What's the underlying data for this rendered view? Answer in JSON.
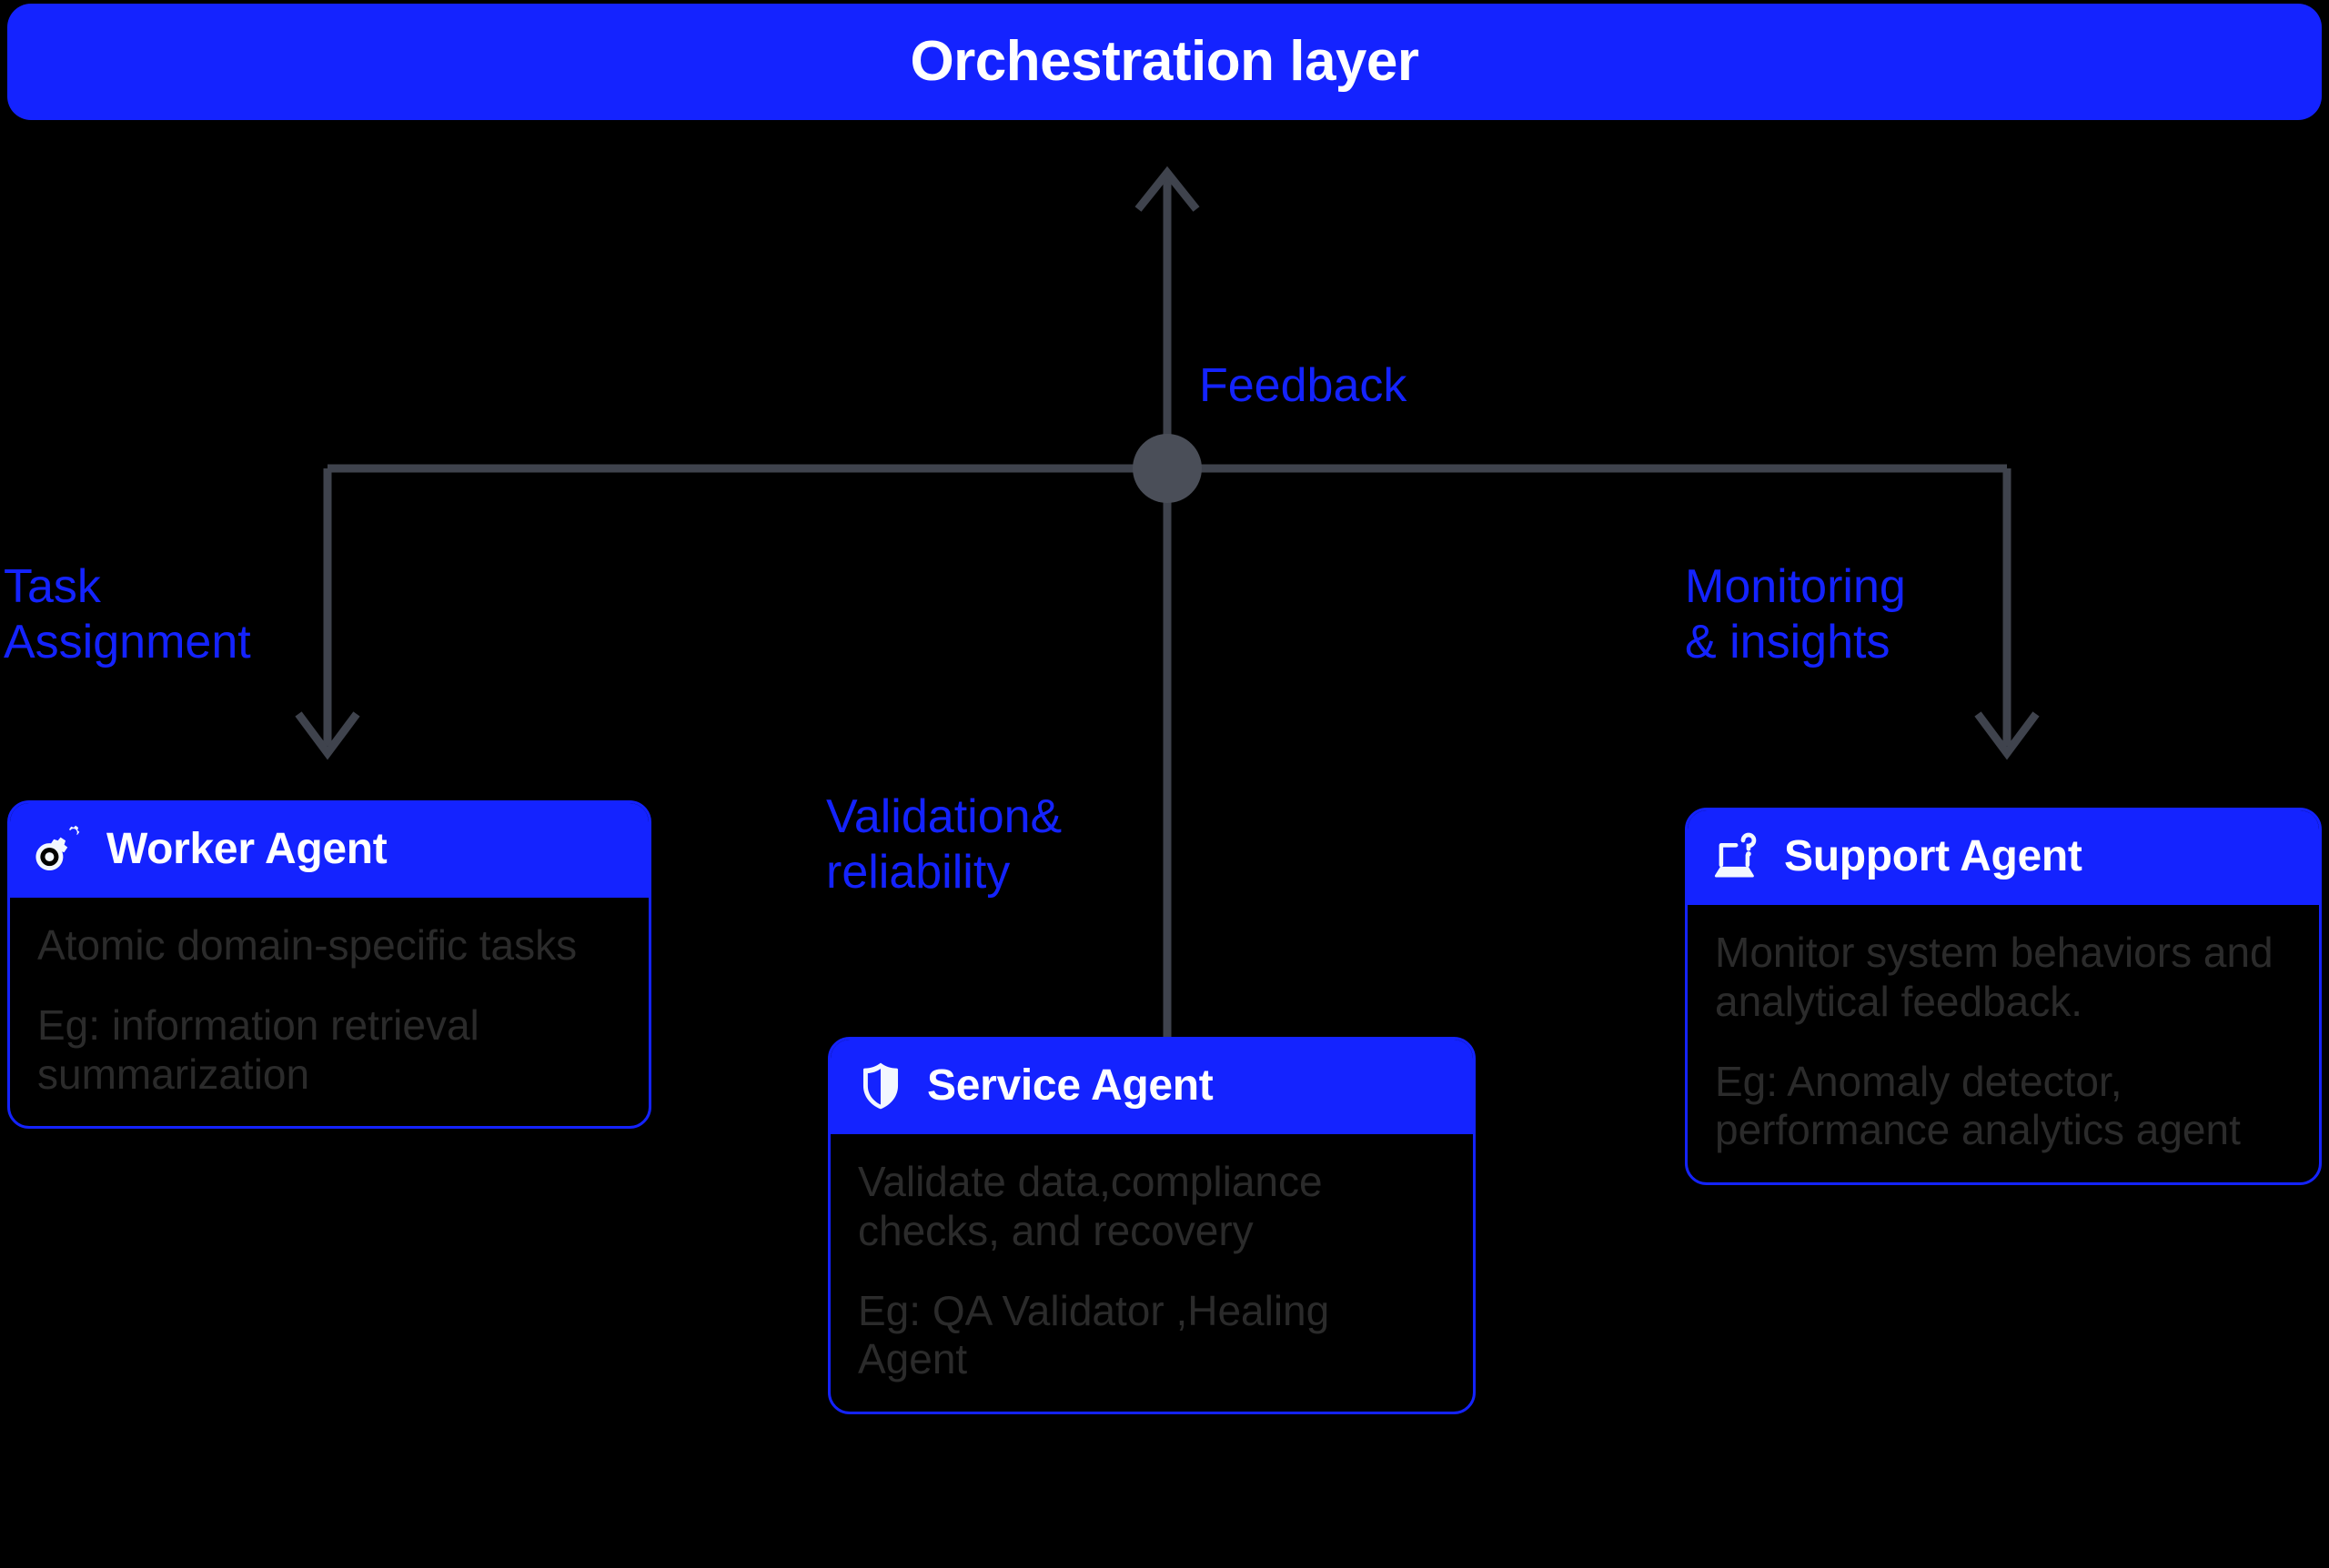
{
  "header": {
    "title": "Orchestration layer",
    "accent_color": "#1423FF",
    "text_color": "#FFFFFF"
  },
  "connectors": {
    "line_color": "#3F434D",
    "node_color": "#4A4E58",
    "labels": {
      "feedback": "Feedback",
      "task_assignment": "Task\nAssignment",
      "validation_reliability": "Validation&\nreliability",
      "monitoring_insights": "Monitoring\n& insights"
    }
  },
  "cards": {
    "worker": {
      "title": "Worker Agent",
      "icon": "gears-icon",
      "lines": [
        "Atomic domain-specific tasks",
        "Eg: information retrieval summarization"
      ]
    },
    "service": {
      "title": "Service Agent",
      "icon": "shield-icon",
      "lines": [
        "Validate data,compliance checks, and recovery",
        "Eg: QA Validator ,Healing Agent"
      ]
    },
    "support": {
      "title": "Support Agent",
      "icon": "laptop-help-icon",
      "lines": [
        "Monitor system behaviors and analytical feedback.",
        "Eg: Anomaly detector, performance analytics agent"
      ]
    }
  },
  "colors": {
    "background": "#000000",
    "accent_blue": "#1423FF",
    "body_text": "#2B2B2B",
    "wire_gray": "#3F434D"
  }
}
